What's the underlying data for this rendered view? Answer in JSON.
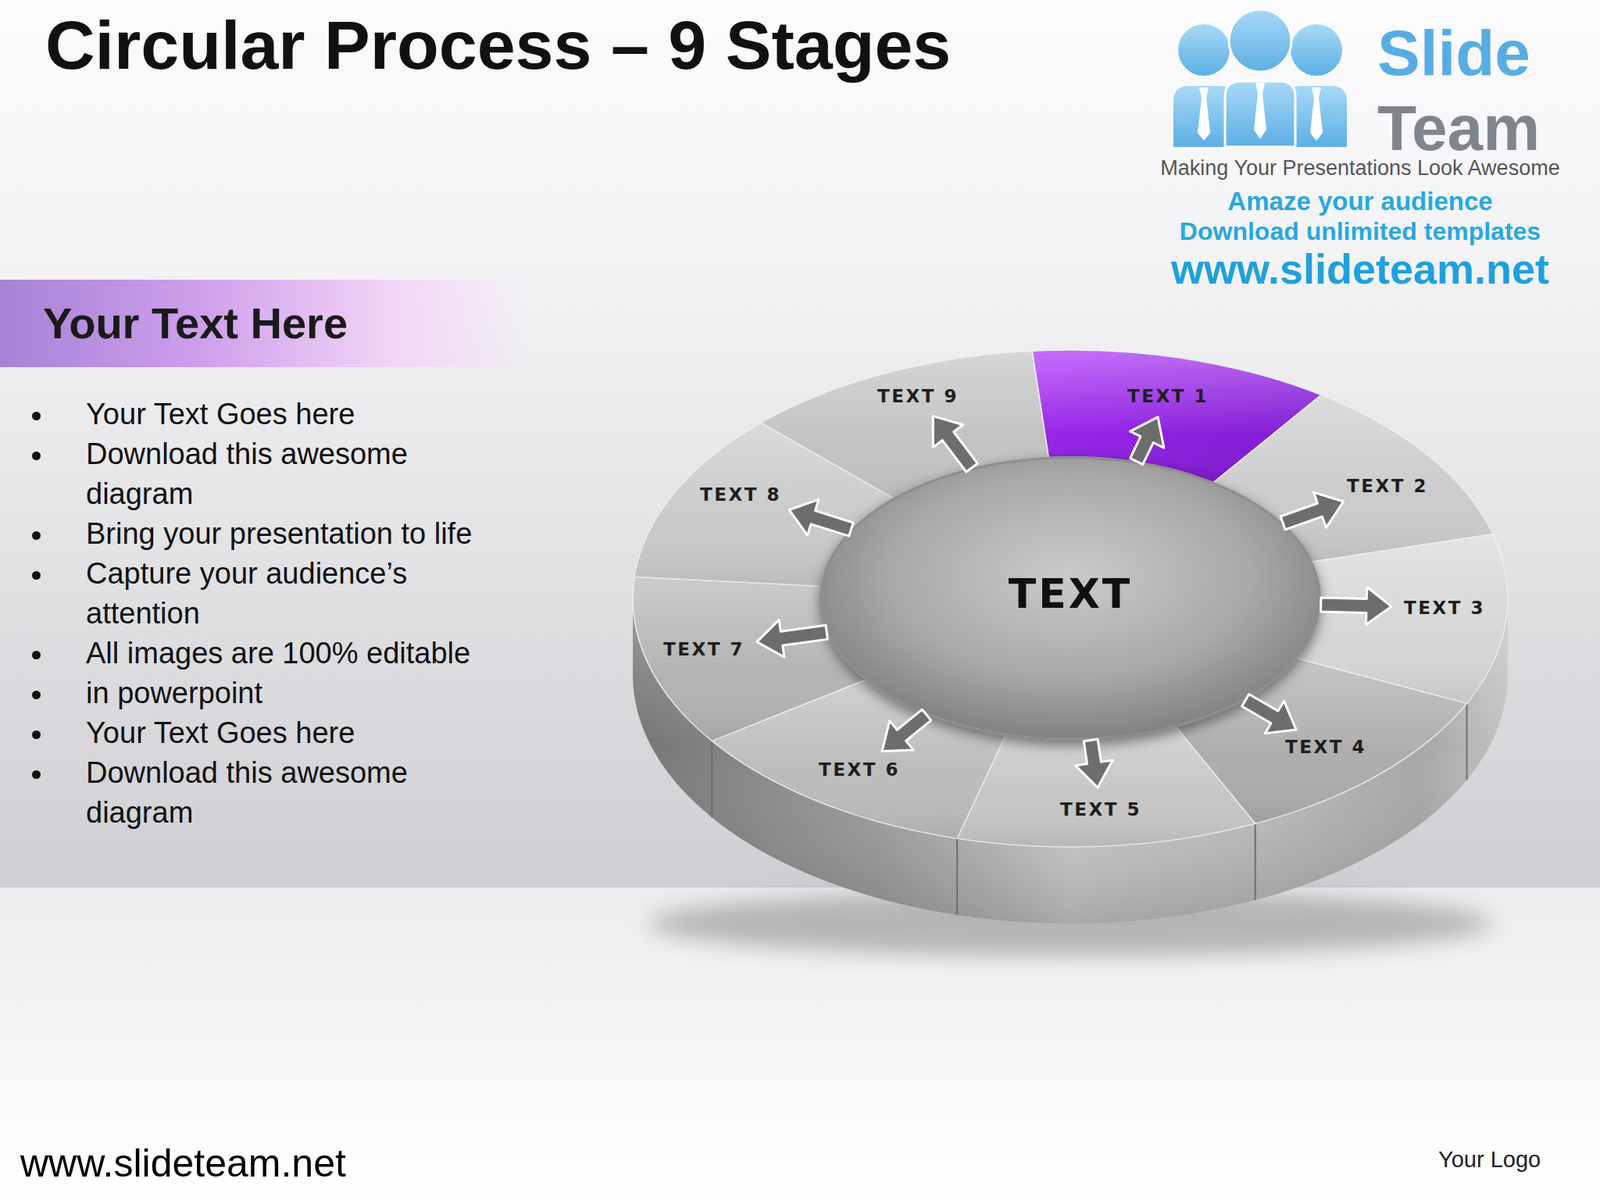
{
  "diagram": {
    "title": "Circular Process – 9 Stages",
    "nodes": [
      {
        "text": [
          "Your Text Here"
        ]
      },
      {
        "text": [
          "TEXT"
        ]
      },
      {
        "text": [
          "TEXT 1"
        ]
      },
      {
        "text": [
          "TEXT 2"
        ]
      },
      {
        "text": [
          "TEXT 3"
        ]
      },
      {
        "text": [
          "TEXT 4"
        ]
      },
      {
        "text": [
          "TEXT 5"
        ]
      },
      {
        "text": [
          "TEXT 6"
        ]
      },
      {
        "text": [
          "TEXT 7"
        ]
      },
      {
        "text": [
          "TEXT 8"
        ]
      },
      {
        "text": [
          "TEXT 9"
        ]
      }
    ],
    "edges": [
      {
        "from": 1,
        "to": 2,
        "arrow": "to"
      },
      {
        "from": 1,
        "to": 3,
        "arrow": "to"
      },
      {
        "from": 1,
        "to": 4,
        "arrow": "to"
      },
      {
        "from": 1,
        "to": 5,
        "arrow": "to"
      },
      {
        "from": 1,
        "to": 6,
        "arrow": "to"
      },
      {
        "from": 1,
        "to": 7,
        "arrow": "to"
      },
      {
        "from": 1,
        "to": 8,
        "arrow": "to"
      },
      {
        "from": 1,
        "to": 9,
        "arrow": "to"
      },
      {
        "from": 1,
        "to": 10,
        "arrow": "to"
      }
    ],
    "labels": [
      "Slide",
      "Team",
      "Making Your Presentations Look Awesome",
      "Amaze your audience",
      "Download unlimited templates",
      "www.slideteam.net",
      "Your Text Goes here",
      "Download this awesome diagram",
      "Bring your presentation to life",
      "Capture your audience’s attention",
      "All images are 100% editable",
      "in powerpoint",
      "Your Text Goes here",
      "Download this awesome diagram",
      "www.slideteam.net",
      "Your Logo"
    ]
  }
}
